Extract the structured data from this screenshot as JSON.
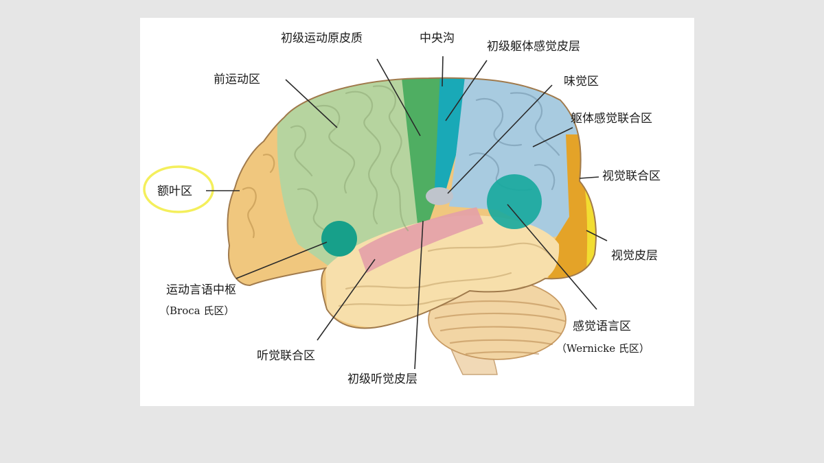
{
  "labels": {
    "primary_motor_cortex": "初级运动原皮质",
    "central_sulcus": "中央沟",
    "primary_somatosensory_cortex": "初级躯体感觉皮层",
    "premotor_area": "前运动区",
    "gustatory_area": "味觉区",
    "somatosensory_association_area": "躯体感觉联合区",
    "frontal_lobe_area": "额叶区",
    "visual_association_area": "视觉联合区",
    "visual_cortex": "视觉皮层",
    "broca_line1": "运动言语中枢",
    "broca_line2": "（Broca 氏区）",
    "wernicke_line1": "感觉语言区",
    "wernicke_line2": "（Wernicke 氏区）",
    "auditory_association_area": "听觉联合区",
    "primary_auditory_cortex": "初级听觉皮层"
  },
  "colors": {
    "frontal": "#f0c77e",
    "premotor": "#b6d49f",
    "motor": "#4fae62",
    "somatosensory": "#19a9b7",
    "sensory_association": "#a8cbe0",
    "visual_association": "#e4a328",
    "visual_cortex": "#f2dd31",
    "temporal": "#f7dfab",
    "auditory": "#e3a0a8",
    "broca": "#17a08a",
    "wernicke": "#16a99d",
    "gustatory": "#bfc4cc",
    "cerebellum": "#f2d5a4",
    "highlight_circle": "#f4ef5c"
  }
}
